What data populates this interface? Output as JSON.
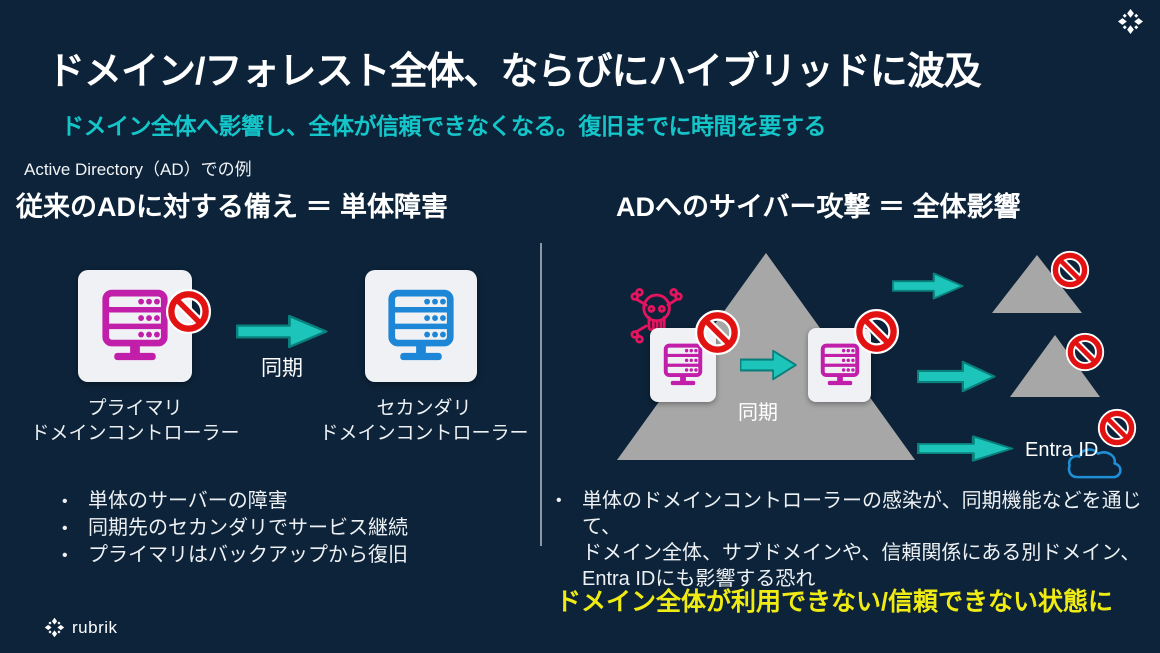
{
  "slide": {
    "title": "ドメイン/フォレスト全体、ならびにハイブリッドに波及",
    "subtitle": "ドメイン全体へ影響し、全体が信頼できなくなる。復旧までに時間を要する",
    "context_label": "Active Directory（AD）での例",
    "footer_logo_text": "rubrik"
  },
  "left_panel": {
    "heading": "従来のADに対する備え ＝ 単体障害",
    "sync_label": "同期",
    "primary_label_line1": "プライマリ",
    "primary_label_line2": "ドメインコントローラー",
    "secondary_label_line1": "セカンダリ",
    "secondary_label_line2": "ドメインコントローラー",
    "bullets": [
      "単体のサーバーの障害",
      "同期先のセカンダリでサービス継続",
      "プライマリはバックアップから復旧"
    ],
    "bullet_marker": "•"
  },
  "right_panel": {
    "heading": "ADへのサイバー攻撃 ＝ 全体影響",
    "sync_label": "同期",
    "entra_label": "Entra ID",
    "bullet_marker": "•",
    "bullet_lines": [
      "単体のドメインコントローラーの感染が、同期機能などを通じて、",
      "ドメイン全体、サブドメインや、信頼関係にある別ドメイン、",
      "Entra IDにも影響する恐れ"
    ],
    "warning": "ドメイン全体が利用できない/信頼できない状態に"
  },
  "icons": {
    "top_right": "rubrik-mark",
    "server": "domain-controller-server",
    "ban": "prohibition-sign",
    "arrow": "block-arrow",
    "skull": "skull-crossbones-malware",
    "cloud": "entra-id-cloud",
    "triangle": "domain-forest-triangle"
  },
  "colors": {
    "bg": "#0c2339",
    "cyan": "#14c6c9",
    "magenta": "#c11fa9",
    "blue": "#1e86d6",
    "teal": "#1cc4ba",
    "tealDark": "#0a7f7c",
    "red": "#e31212",
    "gray": "#a7a7a7",
    "yellow": "#f0ec13",
    "pink": "#e5145f",
    "cloud": "#1e8fd5",
    "card": "#f0f1f4",
    "divider": "#8b98a5"
  }
}
